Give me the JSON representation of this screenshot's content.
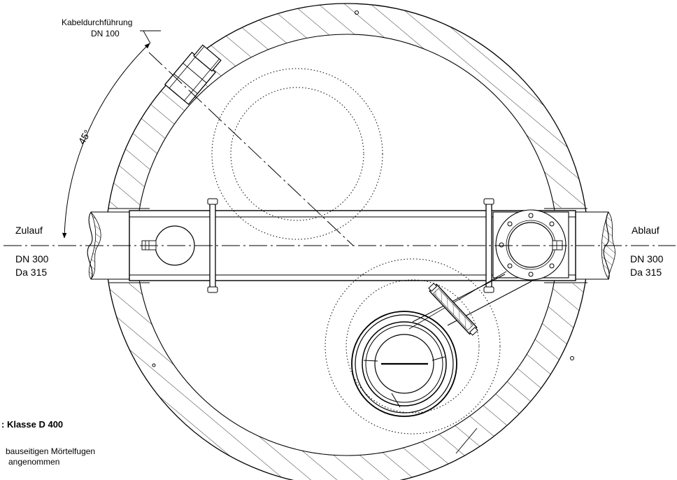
{
  "labels": {
    "cable_duct_title": "Kabeldurchführung",
    "cable_duct_size": "DN 100",
    "angle": "45°",
    "inlet_title": "Zulauf",
    "inlet_dn": "DN 300",
    "inlet_da": "Da 315",
    "outlet_title": "Ablauf",
    "outlet_dn": "DN 300",
    "outlet_da": "Da 315"
  },
  "notes": {
    "load_class": ": Klasse D 400",
    "note_line1": "bauseitigen Mörtelfugen",
    "note_line2": "angenommen"
  },
  "colors": {
    "line": "#000000",
    "background": "#ffffff"
  }
}
